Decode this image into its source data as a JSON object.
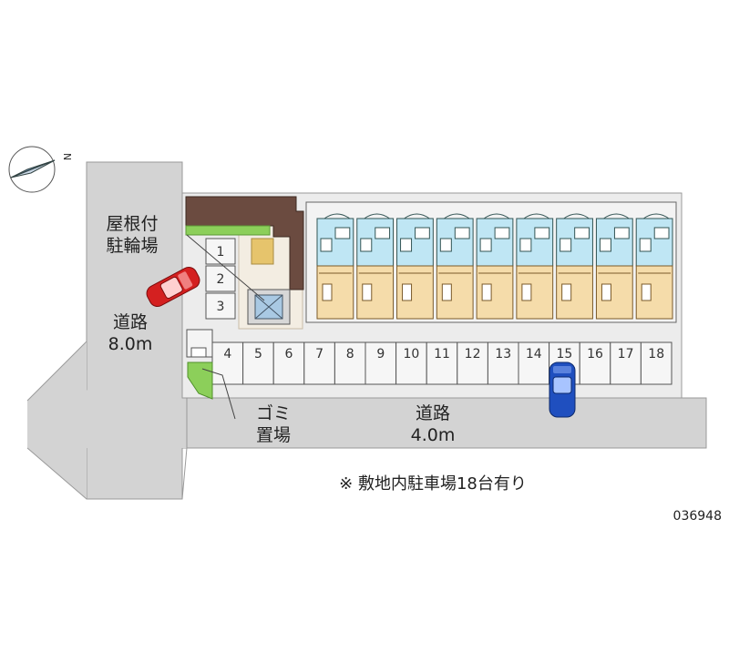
{
  "bike_parking_label": [
    "屋根付",
    "駐輪場"
  ],
  "road_west": {
    "name": "道路",
    "width": "8.0m"
  },
  "road_south": {
    "name": "道路",
    "width": "4.0m"
  },
  "garbage_label": [
    "ゴミ",
    "置場"
  ],
  "parking_note": "※ 敷地内駐車場18台有り",
  "property_code": "036948",
  "north_mark": "N",
  "parking_spaces_left": [
    "1",
    "2",
    "3"
  ],
  "parking_spaces_row": [
    "4",
    "5",
    "6",
    "7",
    "8",
    "9",
    "10",
    "11",
    "12",
    "13",
    "14",
    "15",
    "16",
    "17",
    "18"
  ],
  "building_units": 9,
  "colors": {
    "road": "#d4d4d4",
    "lot": "#eeeeee",
    "stall": "#f6f6f6",
    "building_light": "#bfe6f4",
    "building_room": "#f5dcaa",
    "bike_roof": "#6a4a3e",
    "hedge": "#8ccf5a",
    "car_red": "#d42020",
    "car_blue": "#1f4fbf"
  }
}
